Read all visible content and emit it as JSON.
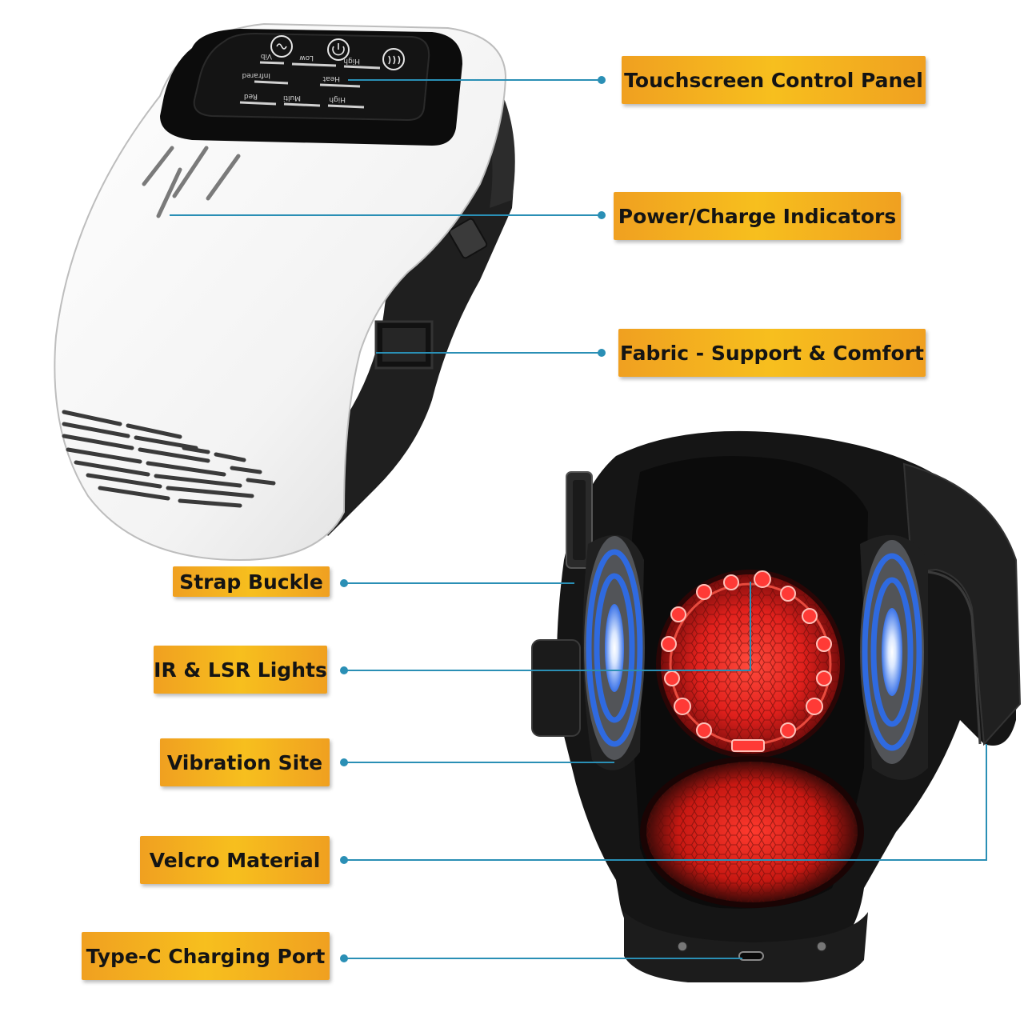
{
  "labels": {
    "touchscreen": "Touchscreen Control Panel",
    "power": "Power/Charge Indicators",
    "fabric": "Fabric - Support & Comfort",
    "strap": "Strap Buckle",
    "ir": "IR & LSR Lights",
    "vibration": "Vibration Site",
    "velcro": "Velcro Material",
    "typec": "Type-C Charging Port"
  },
  "panel": {
    "left_top": "Vib",
    "mid_top": "Low",
    "right_top": "High",
    "left_mid": "Infrared",
    "right_mid": "Heat",
    "left_bot": "Red",
    "mid_bot": "Multi",
    "right_bot": "High"
  },
  "colors": {
    "label_bg": "#f4b11f",
    "leader": "#2a8fb5",
    "shell": "#ffffff",
    "fabric": "#1c1c1c",
    "red_light": "#e8202a",
    "vibration_blue": "#2f6ae0"
  }
}
